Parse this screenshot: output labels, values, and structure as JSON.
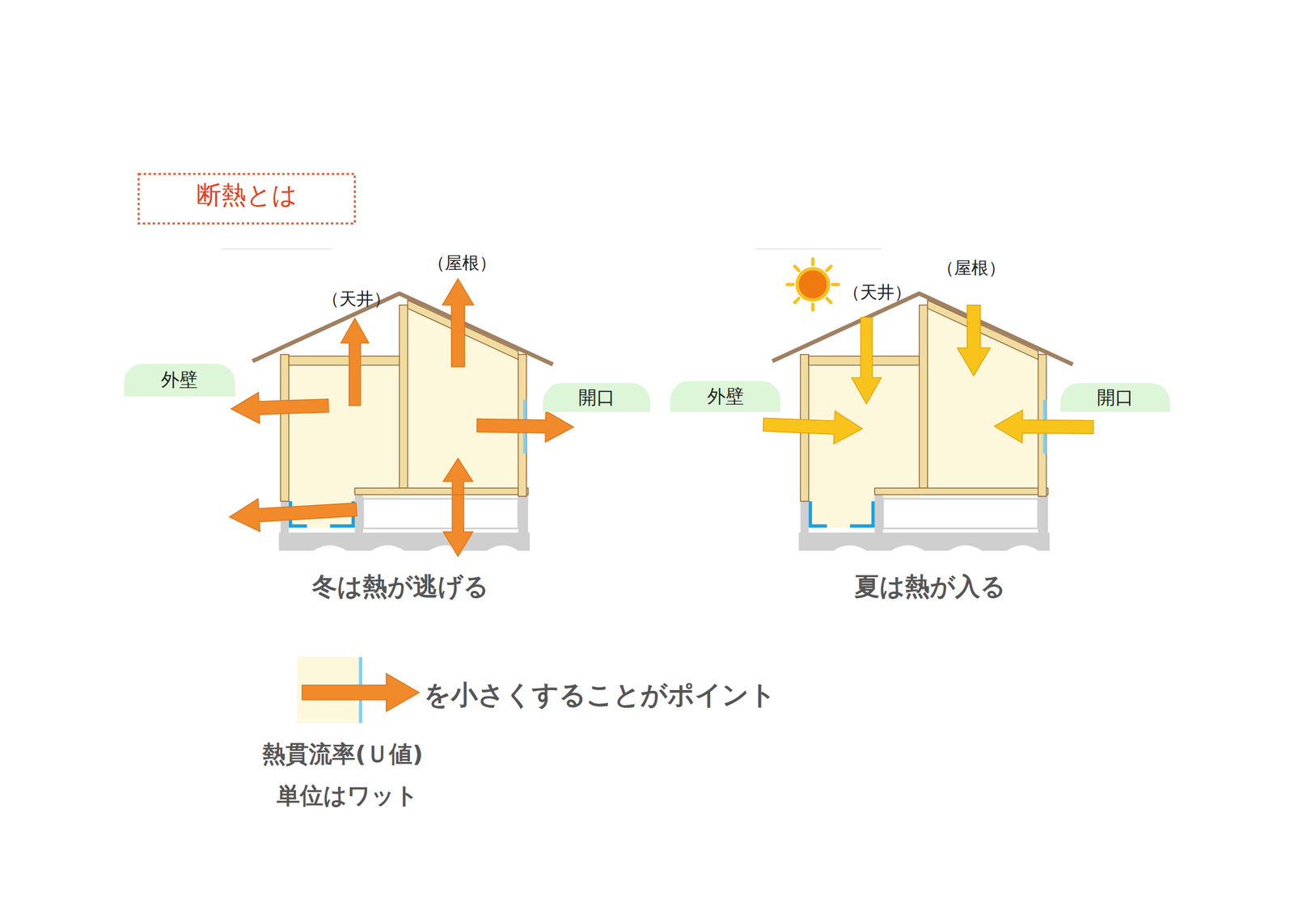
{
  "diagram": {
    "title": "断熱とは",
    "nodes": [
      {
        "text": [
          "外壁"
        ]
      },
      {
        "text": [
          "開口"
        ]
      },
      {
        "text": [
          "外壁"
        ]
      },
      {
        "text": [
          "開口"
        ]
      }
    ],
    "labels": [
      "（天井）",
      "（屋根）",
      "冬は熱が逃げる",
      "（天井）",
      "（屋根）",
      "夏は熱が入る",
      "を小さくすることがポイント",
      "熱貫流率(Ｕ値)",
      "単位はワット"
    ]
  }
}
